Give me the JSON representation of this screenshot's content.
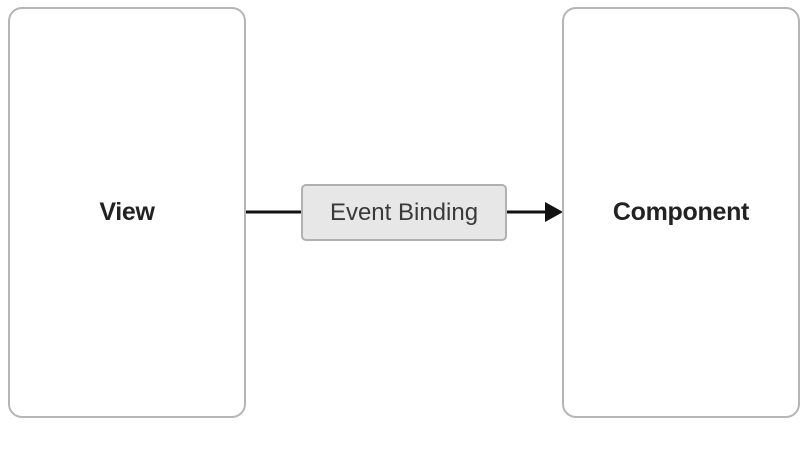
{
  "diagram": {
    "source": {
      "label": "View"
    },
    "target": {
      "label": "Component"
    },
    "edge": {
      "label": "Event Binding",
      "direction": "source-to-target"
    }
  },
  "colors": {
    "box_border": "#b5b5b5",
    "chip_fill": "#e7e7e7",
    "chip_border": "#b0b0b0",
    "line": "#111111",
    "text": "#222222"
  }
}
